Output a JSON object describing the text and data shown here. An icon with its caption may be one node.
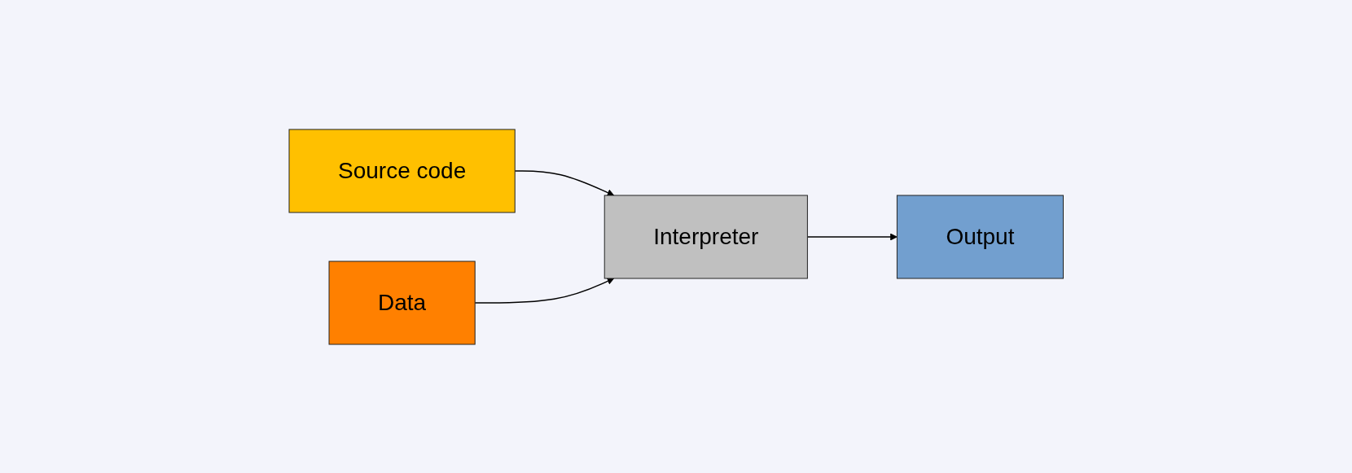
{
  "diagram": {
    "nodes": [
      {
        "text": [
          "Source code"
        ]
      },
      {
        "text": [
          "Data"
        ]
      },
      {
        "text": [
          "Interpreter"
        ]
      },
      {
        "text": [
          "Output"
        ]
      }
    ],
    "edges": [
      {
        "from": 0,
        "to": 2,
        "arrow": "to"
      },
      {
        "from": 1,
        "to": 2,
        "arrow": "to"
      },
      {
        "from": 2,
        "to": 3,
        "arrow": "to"
      }
    ]
  }
}
